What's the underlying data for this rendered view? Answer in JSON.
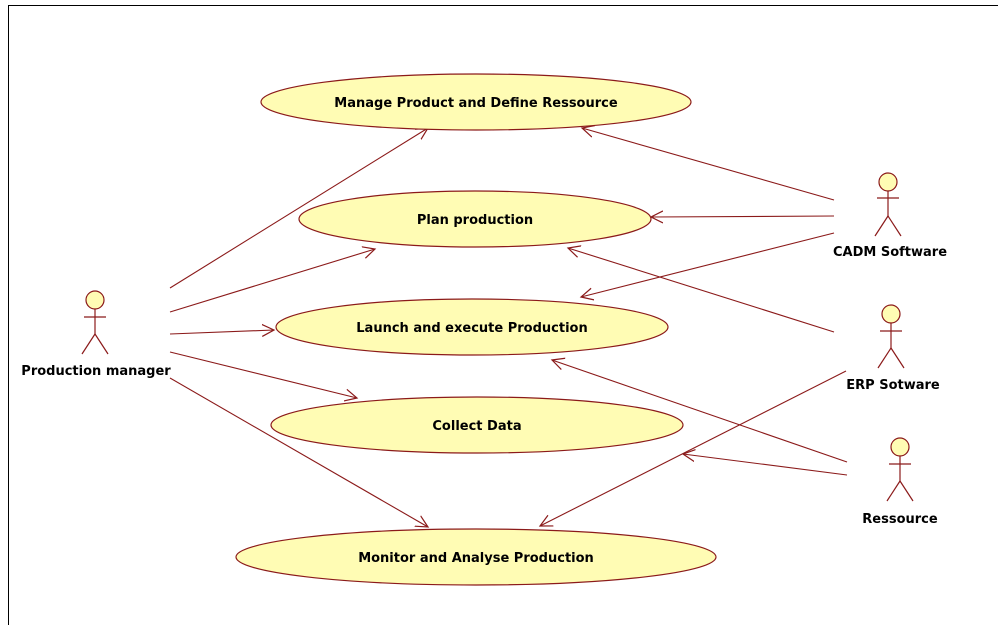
{
  "diagram": {
    "use_cases": {
      "manage_product": "Manage Product and Define Ressource",
      "plan_production": "Plan production",
      "launch_execute": "Launch and execute Production",
      "collect_data": "Collect Data",
      "monitor_analyse": "Monitor and Analyse Production"
    },
    "actors": {
      "production_manager": "Production manager",
      "cadm_software": "CADM Software",
      "erp_software": "ERP Sotware",
      "ressource": "Ressource"
    },
    "colors": {
      "use_case_fill": "#fffcb4",
      "outline": "#8b1a1a",
      "frame": "#000000"
    }
  }
}
